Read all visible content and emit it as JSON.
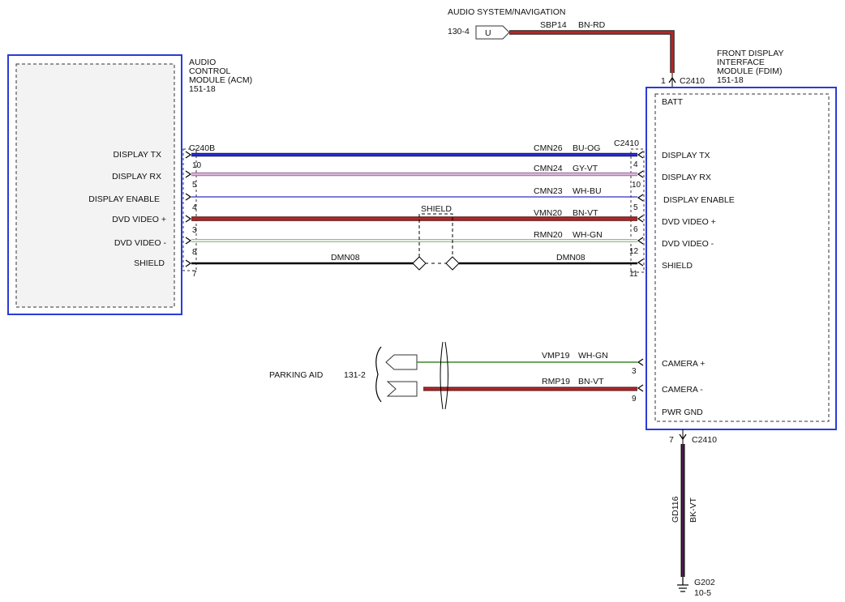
{
  "header": {
    "audio_nav_label": "AUDIO SYSTEM/NAVIGATION",
    "audio_nav_ref": "130-4",
    "audio_nav_connector": "U"
  },
  "acm": {
    "name_lines": [
      "AUDIO",
      "CONTROL",
      "MODULE (ACM)",
      "151-18"
    ],
    "connector": "C240B",
    "pins": [
      {
        "label": "DISPLAY TX",
        "pin": "10"
      },
      {
        "label": "DISPLAY RX",
        "pin": "5"
      },
      {
        "label": "DISPLAY ENABLE",
        "pin": "4"
      },
      {
        "label": "DVD VIDEO +",
        "pin": "3"
      },
      {
        "label": "DVD VIDEO -",
        "pin": "8"
      },
      {
        "label": "SHIELD",
        "pin": "7"
      }
    ]
  },
  "fdim": {
    "name_lines": [
      "FRONT DISPLAY",
      "INTERFACE",
      "MODULE (FDIM)",
      "151-18"
    ],
    "connector": "C2410",
    "batt": {
      "label": "BATT",
      "pin": "1",
      "connector": "C2410"
    },
    "pins": [
      {
        "label": "DISPLAY TX",
        "pin": "4"
      },
      {
        "label": "DISPLAY RX",
        "pin": "10"
      },
      {
        "label": "DISPLAY ENABLE",
        "pin": "5"
      },
      {
        "label": "DVD VIDEO +",
        "pin": "6"
      },
      {
        "label": "DVD VIDEO -",
        "pin": "12"
      },
      {
        "label": "SHIELD",
        "pin": "11"
      },
      {
        "label": "CAMERA +",
        "pin": "3"
      },
      {
        "label": "CAMERA -",
        "pin": "9"
      }
    ],
    "pwr_gnd": {
      "label": "PWR GND",
      "pin": "7",
      "connector": "C2410"
    }
  },
  "wires": [
    {
      "circuit": "SBP14",
      "color": "BN-RD"
    },
    {
      "circuit": "CMN26",
      "color": "BU-OG"
    },
    {
      "circuit": "CMN24",
      "color": "GY-VT"
    },
    {
      "circuit": "CMN23",
      "color": "WH-BU"
    },
    {
      "circuit": "VMN20",
      "color": "BN-VT"
    },
    {
      "circuit": "RMN20",
      "color": "WH-GN"
    },
    {
      "circuit": "DMN08",
      "color": ""
    },
    {
      "circuit": "VMP19",
      "color": "WH-GN"
    },
    {
      "circuit": "RMP19",
      "color": "BN-VT"
    },
    {
      "circuit": "GD116",
      "color": "BK-VT"
    }
  ],
  "shield": {
    "label": "SHIELD",
    "left_circuit": "DMN08",
    "right_circuit": "DMN08"
  },
  "parking_aid": {
    "label": "PARKING AID",
    "ref": "131-2"
  },
  "ground": {
    "name": "G202",
    "ref": "10-5"
  },
  "colors": {
    "module_border": "#2b3bd6",
    "brown_red": "#b0282a",
    "blue": "#2b2bd0",
    "gray_violet": "#c8a0c8",
    "white_blue": "#3030c0",
    "green": "#3a8a2a",
    "black": "#000000"
  }
}
